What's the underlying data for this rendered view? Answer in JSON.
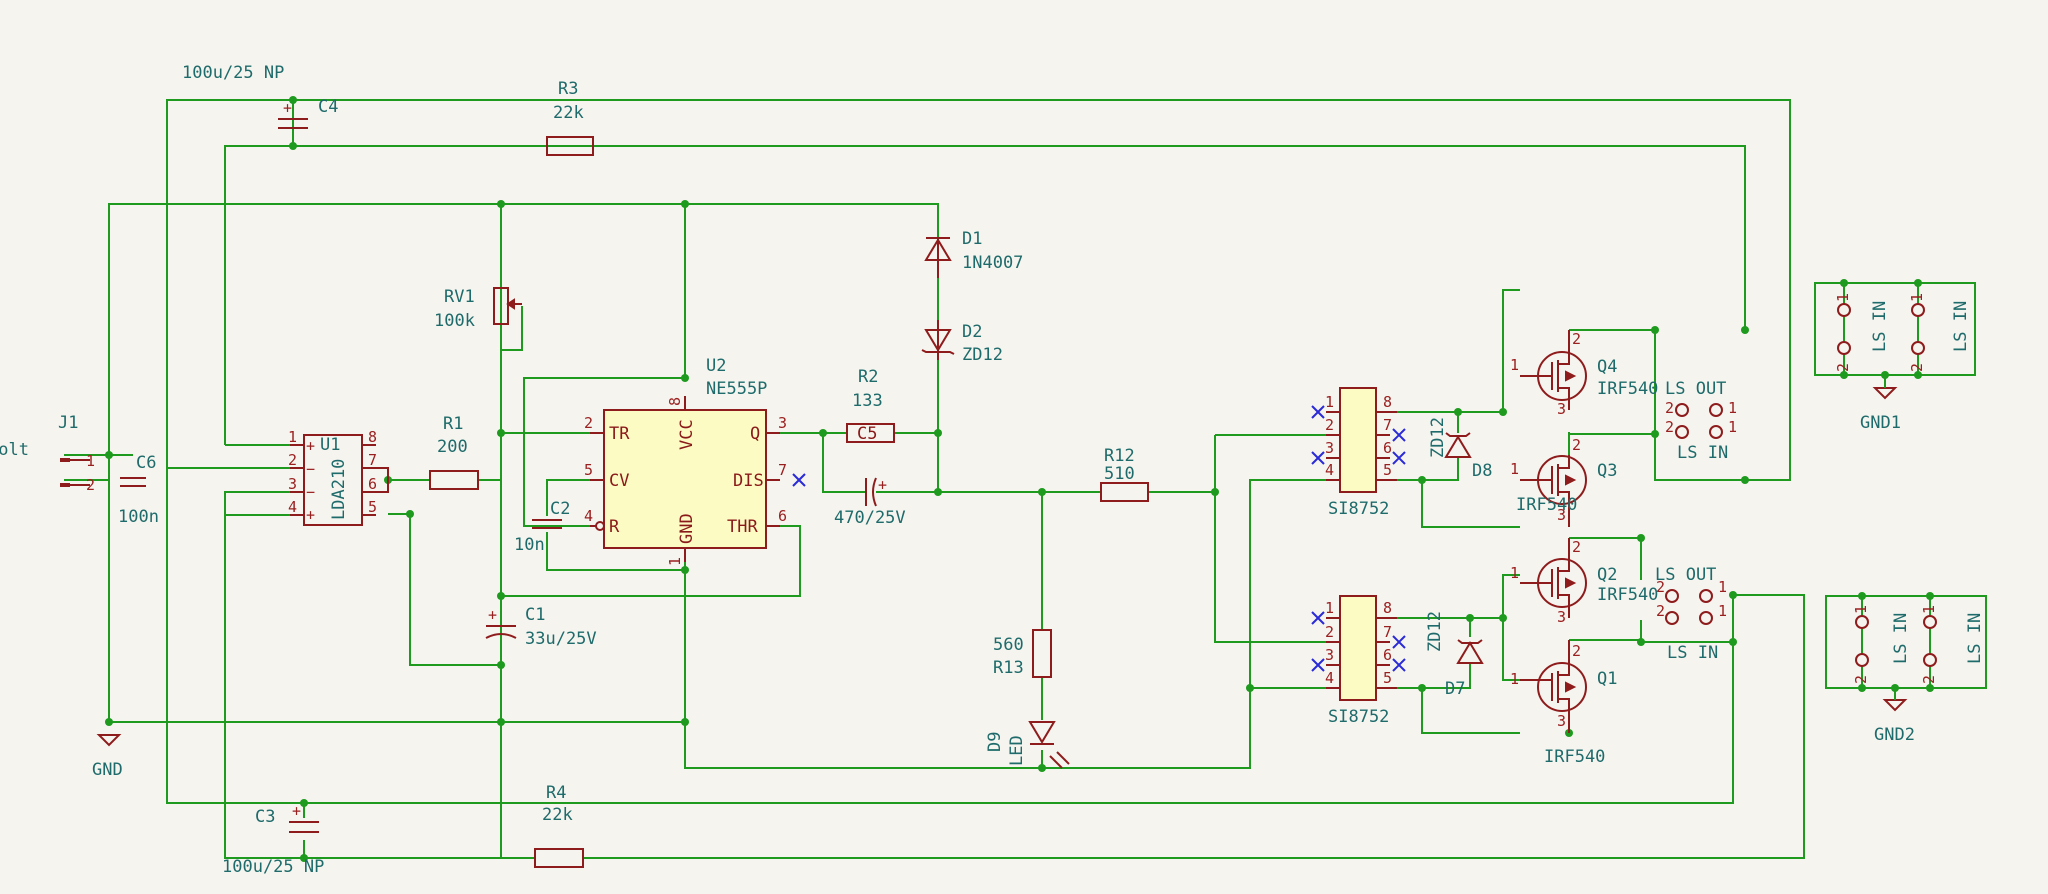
{
  "title": "",
  "components": {
    "C4": {
      "ref": "C4",
      "value": "100u/25 NP"
    },
    "C3": {
      "ref": "C3",
      "value": "100u/25 NP"
    },
    "C6": {
      "ref": "C6",
      "value": "100n"
    },
    "C1": {
      "ref": "C1",
      "value": "33u/25V"
    },
    "C2": {
      "ref": "C2",
      "value": "10n"
    },
    "C5": {
      "ref": "C5",
      "value": "470/25V"
    },
    "R1": {
      "ref": "R1",
      "value": "200"
    },
    "R2": {
      "ref": "R2",
      "value": "133"
    },
    "R3": {
      "ref": "R3",
      "value": "22k"
    },
    "R4": {
      "ref": "R4",
      "value": "22k"
    },
    "R12": {
      "ref": "R12",
      "value": "510"
    },
    "R13": {
      "ref": "R13",
      "value": "560"
    },
    "RV1": {
      "ref": "RV1",
      "value": "100k"
    },
    "U1": {
      "ref": "U1",
      "value": "LDA210"
    },
    "U2": {
      "ref": "U2",
      "value": "NE555P"
    },
    "D1": {
      "ref": "D1",
      "value": "1N4007"
    },
    "D2": {
      "ref": "D2",
      "value": "ZD12"
    },
    "D7": {
      "ref": "D7",
      "value": "ZD12"
    },
    "D8": {
      "ref": "D8",
      "value": "ZD12"
    },
    "D9": {
      "ref": "D9",
      "value": "LED"
    },
    "Q1": {
      "ref": "Q1",
      "value": "IRF540"
    },
    "Q2": {
      "ref": "Q2",
      "value": "IRF540"
    },
    "Q3": {
      "ref": "Q3",
      "value": "IRF540"
    },
    "Q4": {
      "ref": "Q4",
      "value": "IRF540"
    },
    "J1": {
      "ref": "J1",
      "value": "Volt"
    },
    "SI_top": {
      "value": "SI8752"
    },
    "SI_bot": {
      "value": "SI8752"
    },
    "GND1": {
      "ref": "GND1"
    },
    "GND2": {
      "ref": "GND2"
    },
    "GND": {
      "ref": "GND"
    }
  },
  "pin_names": {
    "u2": {
      "tr": "TR",
      "cv": "CV",
      "r": "R",
      "vcc": "VCC",
      "gnd": "GND",
      "q": "Q",
      "dis": "DIS",
      "thr": "THR"
    },
    "u2_nums": {
      "tr": "2",
      "cv": "5",
      "r": "4",
      "vcc": "8",
      "gnd": "1",
      "q": "3",
      "dis": "7",
      "thr": "6"
    }
  },
  "ls_labels": {
    "ls_out": "LS OUT",
    "ls_in": "LS IN"
  }
}
